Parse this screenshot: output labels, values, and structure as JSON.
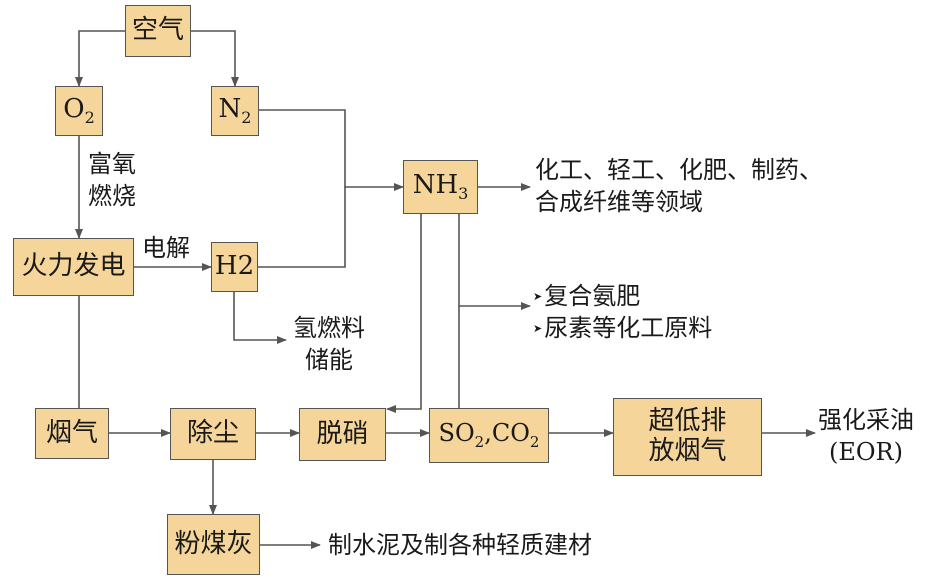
{
  "nodes": {
    "air": "空气",
    "o2": "O",
    "o2_sub": "2",
    "n2": "N",
    "n2_sub": "2",
    "nh3": "NH",
    "nh3_sub": "3",
    "power": "火力发电",
    "h2": "H2",
    "flue": "烟气",
    "dust": "除尘",
    "denox": "脱硝",
    "so2co2_a": "SO",
    "so2co2_a_sub": "2",
    "so2co2_sep": ",CO",
    "so2co2_b_sub": "2",
    "ultra_line1": "超低排",
    "ultra_line2": "放烟气",
    "ash": "粉煤灰"
  },
  "labels": {
    "oxy_line1": "富氧",
    "oxy_line2": "燃烧",
    "electrolysis": "电解",
    "chem_line1": "化工、轻工、化肥、制药、",
    "chem_line2": "合成纤维等领域",
    "fert_line1": "复合氨肥",
    "fert_line2": "尿素等化工原料",
    "h2fuel_line1": "氢燃料",
    "h2fuel_line2": "储能",
    "eor_line1": "强化采油",
    "eor_line2": "(EOR)",
    "cement": "制水泥及制各种轻质建材"
  },
  "colors": {
    "box_fill": "#f5d59a",
    "line": "#555555"
  }
}
